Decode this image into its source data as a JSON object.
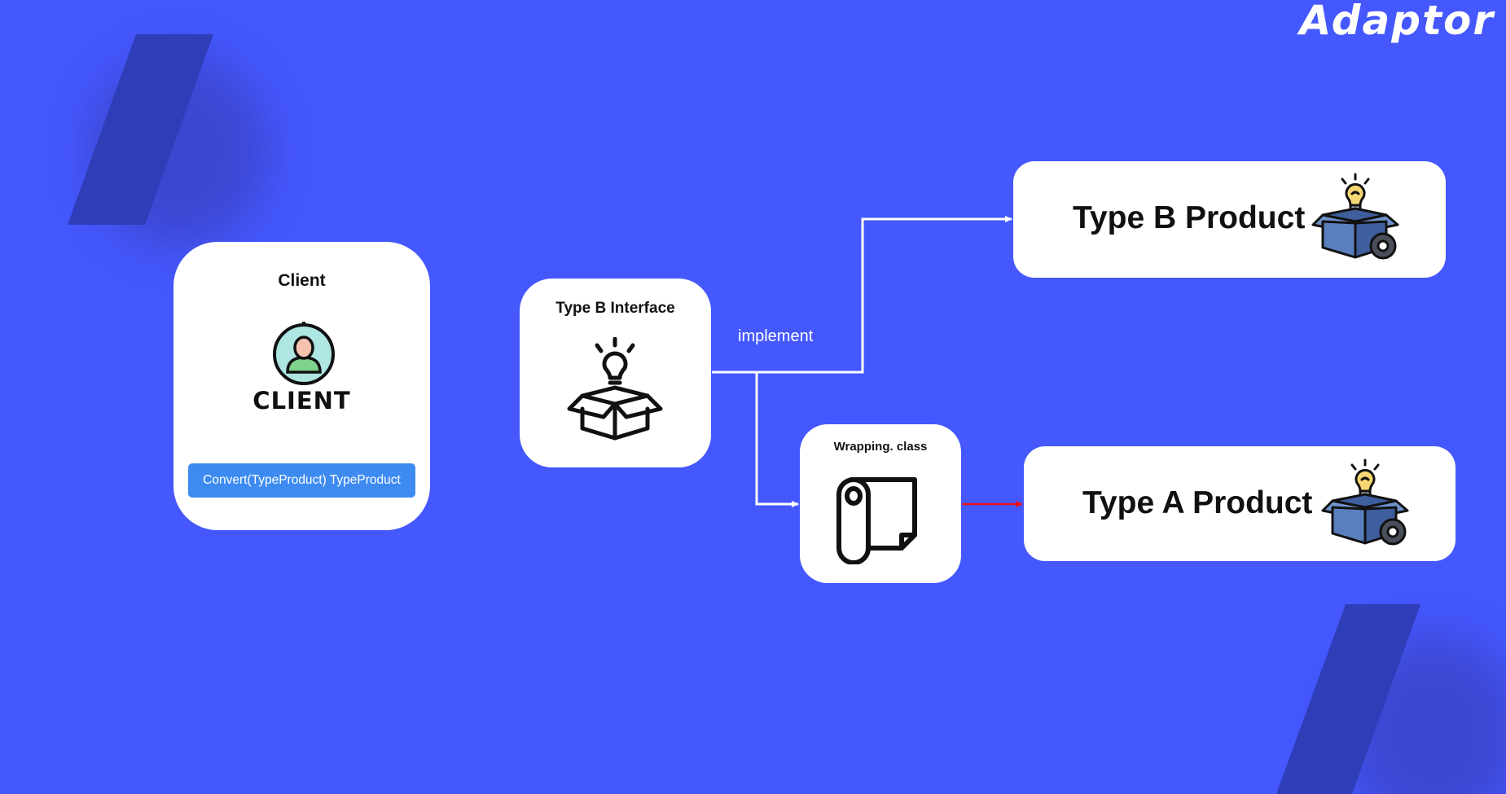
{
  "brand": {
    "title": "Adaptor"
  },
  "client": {
    "title": "Client",
    "icon_caption": "CLIENT",
    "method_button": "Convert(TypeProduct) TypeProduct",
    "icon": "client-user-icon"
  },
  "interface_node": {
    "title": "Type B Interface",
    "icon": "lightbulb-box-icon"
  },
  "wrapping_node": {
    "title": "Wrapping. class",
    "icon": "paper-roll-icon"
  },
  "product_b": {
    "label": "Type B Product",
    "icon": "product-box-gear-icon"
  },
  "product_a": {
    "label": "Type A Product",
    "icon": "product-box-gear-icon"
  },
  "edges": {
    "implement_label": "implement",
    "implement_color": "#ffffff",
    "adapt_color": "#e8121b"
  },
  "colors": {
    "background": "#4458fe",
    "accent_shape": "#2f3db8",
    "method_button": "#3d8bf1",
    "card": "#ffffff"
  }
}
